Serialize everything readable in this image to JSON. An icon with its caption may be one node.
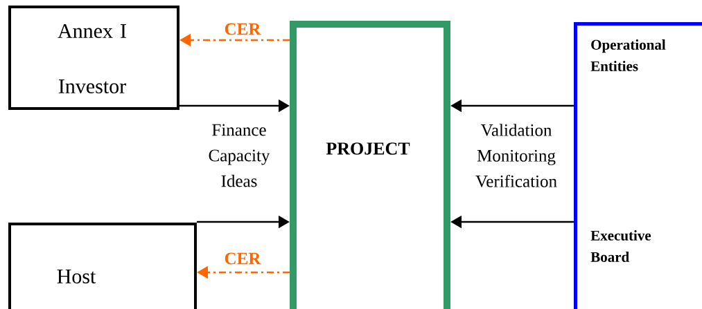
{
  "diagram": {
    "nodes": [
      {
        "text": [
          "Annex I Investor"
        ]
      },
      {
        "text": [
          "Host"
        ]
      },
      {
        "text": [
          "PROJECT"
        ]
      },
      {
        "text": [
          "Operational Entities",
          "Executive Board"
        ]
      }
    ],
    "edges": [
      {
        "from": 2,
        "to": 0,
        "arrow": "to",
        "label": "CER",
        "style": "dashed",
        "color": "#ff6600"
      },
      {
        "from": 0,
        "to": 2,
        "arrow": "to"
      },
      {
        "from": 1,
        "to": 2,
        "arrow": "to"
      },
      {
        "from": 2,
        "to": 1,
        "arrow": "to",
        "label": "CER",
        "style": "dashed",
        "color": "#ff6600"
      },
      {
        "from": 3,
        "to": 2,
        "arrow": "to"
      },
      {
        "from": 3,
        "to": 2,
        "arrow": "to"
      }
    ],
    "labels": [
      "Finance Capacity Ideas",
      "Validation Monitoring Verification"
    ]
  }
}
